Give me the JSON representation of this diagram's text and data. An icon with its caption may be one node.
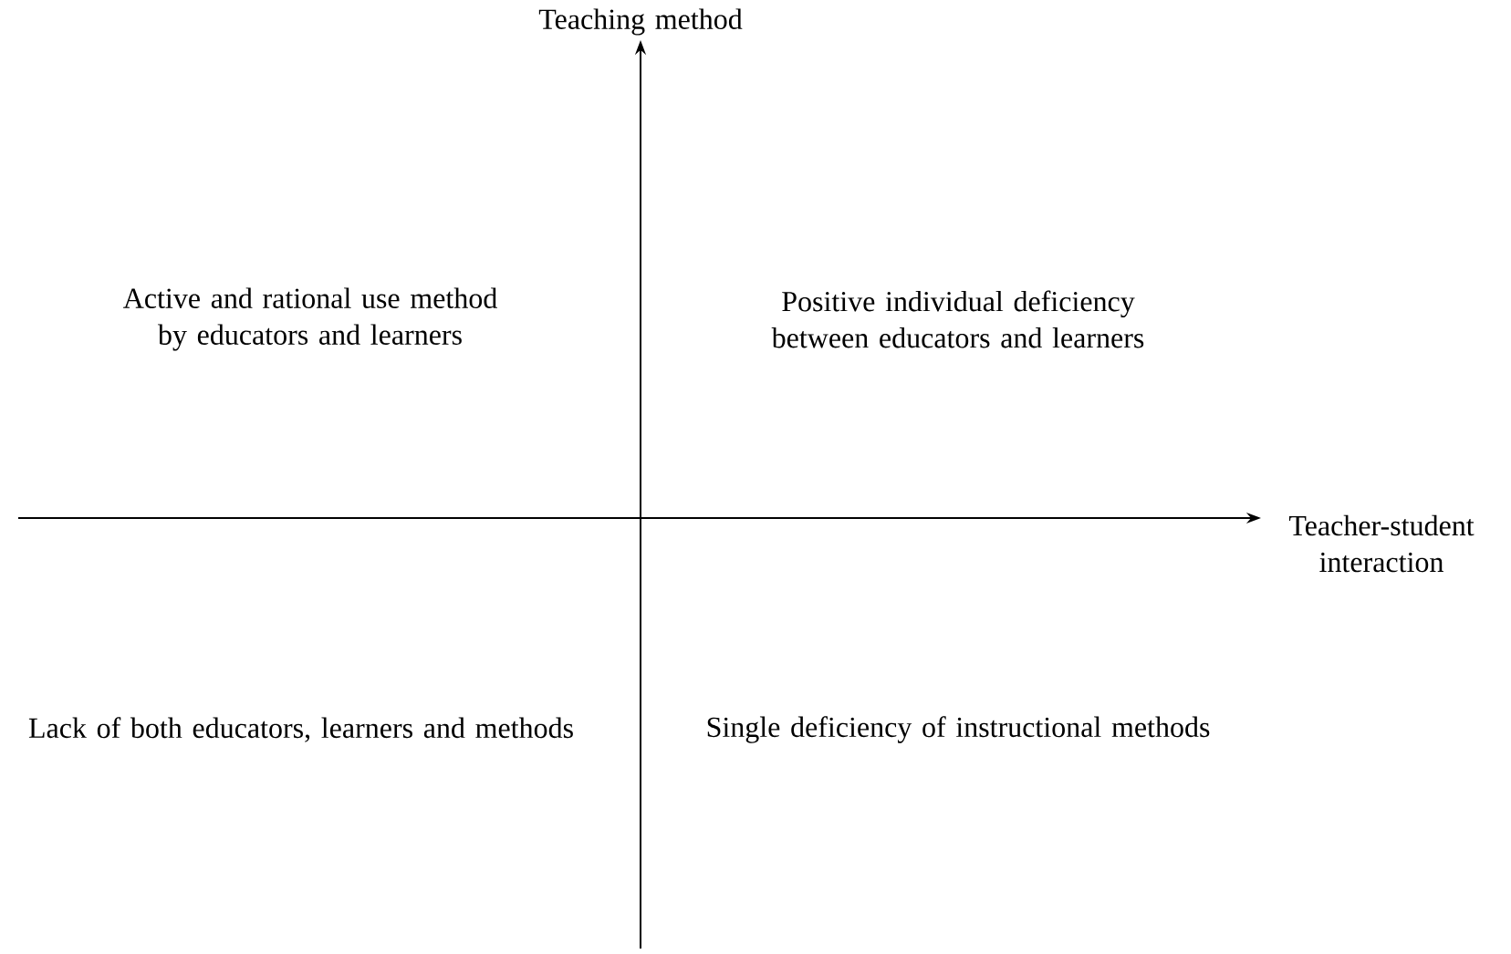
{
  "diagram": {
    "labels": [
      "Teaching method",
      "Active and rational use method by educators and learners",
      "Positive individual deficiency between educators and learners",
      "Teacher-student interaction",
      "Lack of both educators, learners and methods",
      "Single deficiency of instructional methods"
    ]
  }
}
